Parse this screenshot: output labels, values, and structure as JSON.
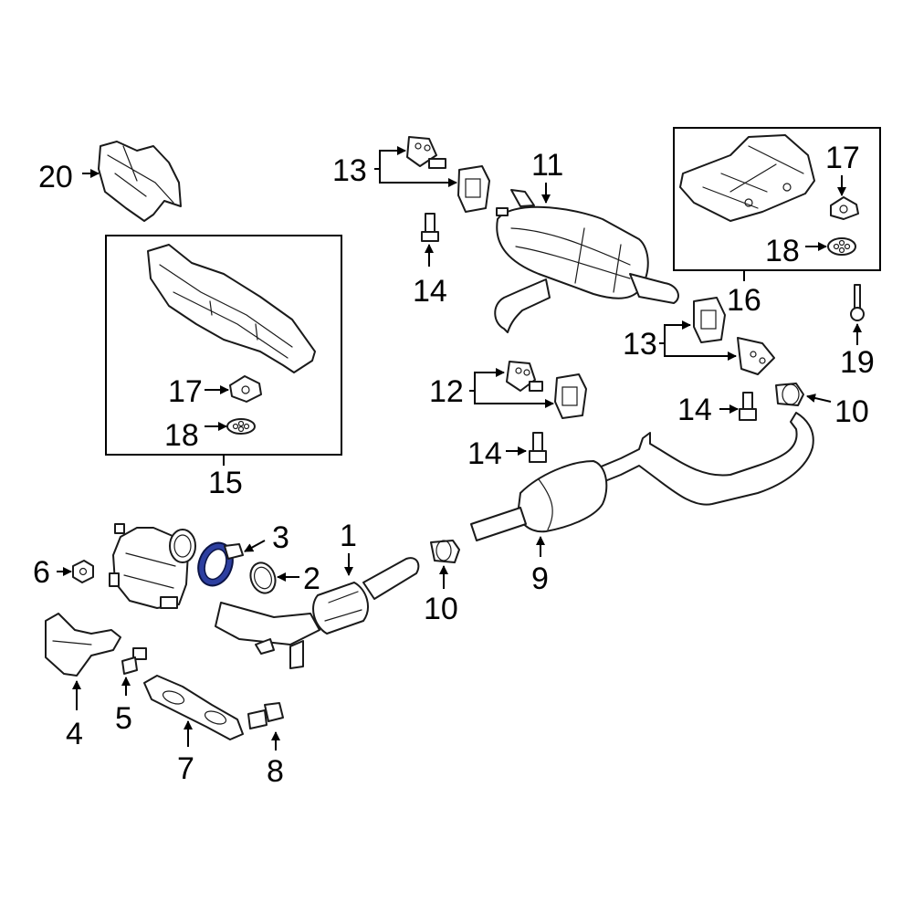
{
  "diagram": {
    "highlight_color": "#2d3fa0",
    "callouts": {
      "c1": "1",
      "c2": "2",
      "c3": "3",
      "c4": "4",
      "c5": "5",
      "c6": "6",
      "c7": "7",
      "c8": "8",
      "c9": "9",
      "c10a": "10",
      "c10b": "10",
      "c11": "11",
      "c12": "12",
      "c13a": "13",
      "c13b": "13",
      "c14a": "14",
      "c14b": "14",
      "c14c": "14",
      "c15": "15",
      "c16": "16",
      "c17a": "17",
      "c17b": "17",
      "c18a": "18",
      "c18b": "18",
      "c19": "19",
      "c20": "20"
    }
  }
}
